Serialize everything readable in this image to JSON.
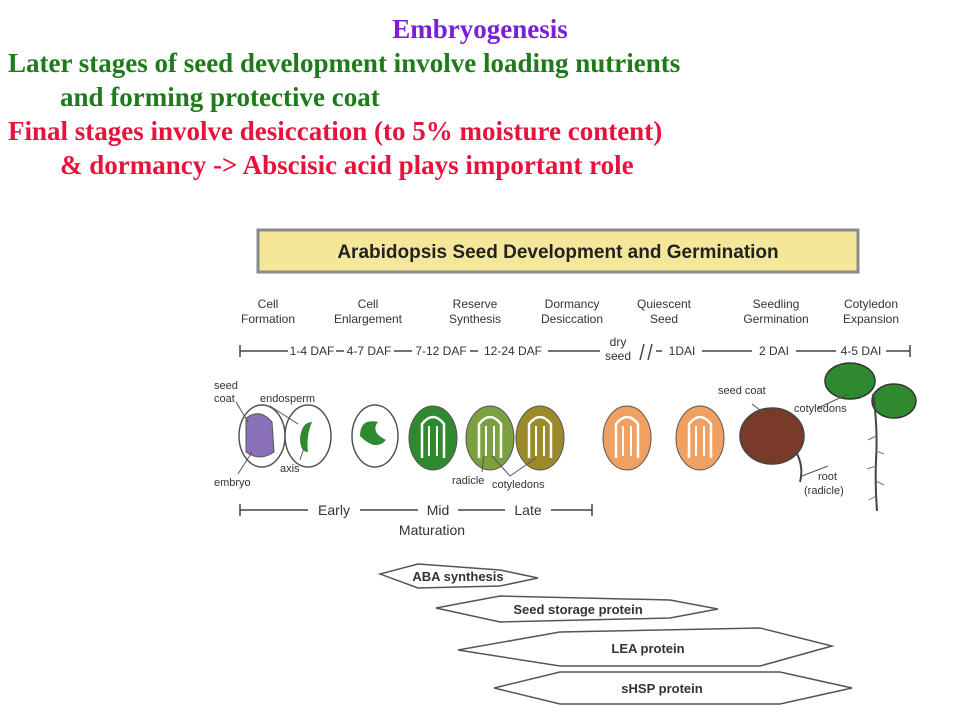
{
  "slide": {
    "title": "Embryogenesis",
    "line1a": "Later stages of seed development involve loading nutrients",
    "line1b": "and forming protective coat",
    "line2a": "Final stages involve desiccation (to 5% moisture content)",
    "line2b": "& dormancy -> Abscisic acid plays important role"
  },
  "figure": {
    "banner": "Arabidopsis Seed Development and Germination",
    "stages": [
      {
        "line1": "Cell",
        "line2": "Formation"
      },
      {
        "line1": "Cell",
        "line2": "Enlargement"
      },
      {
        "line1": "Reserve",
        "line2": "Synthesis"
      },
      {
        "line1": "Dormancy",
        "line2": "Desiccation"
      },
      {
        "line1": "Quiescent",
        "line2": "Seed"
      },
      {
        "line1": "Seedling",
        "line2": "Germination"
      },
      {
        "line1": "Cotyledon",
        "line2": "Expansion"
      }
    ],
    "timeline": [
      "1-4 DAF",
      "4-7 DAF",
      "7-12 DAF",
      "12-24 DAF",
      "dry",
      "seed",
      "1DAI",
      "2 DAI",
      "4-5 DAI"
    ],
    "labels": {
      "seed_coat": "seed",
      "seed_coat2": "coat",
      "endosperm": "endosperm",
      "embryo": "embryo",
      "axis": "axis",
      "radicle": "radicle",
      "cotyledons": "cotyledons",
      "seed_coat_right": "seed coat",
      "cotyledons_right": "cotyledons",
      "root": "root",
      "root2": "(radicle)"
    },
    "phases": {
      "early": "Early",
      "mid": "Mid",
      "late": "Late",
      "maturation": "Maturation"
    },
    "proteins": [
      "ABA synthesis",
      "Seed storage protein",
      "LEA protein",
      "sHSP protein"
    ],
    "colors": {
      "banner_bg": "#f5e79a",
      "green": "#2f8a2f",
      "olive": "#9a8a2a",
      "orange": "#f0a060",
      "brown": "#7a3a2a",
      "purple": "#8a70b8"
    }
  }
}
